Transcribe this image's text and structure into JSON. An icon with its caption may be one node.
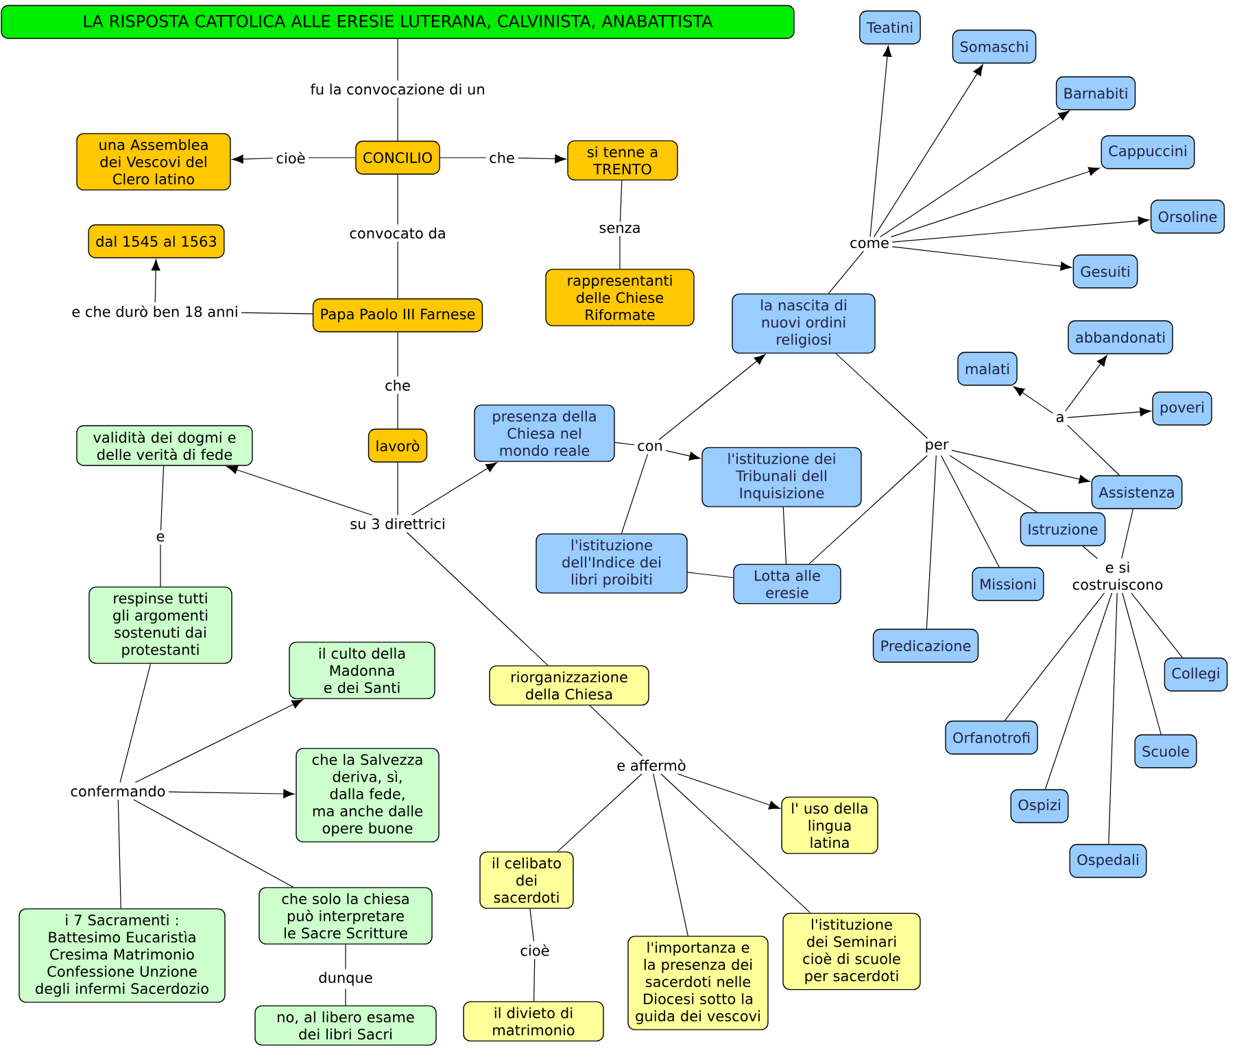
{
  "diagram": {
    "nodes": [
      {
        "text": [
          "LA RISPOSTA CATTOLICA ALLE ERESIE LUTERANA, CALVINISTA, ANABATTISTA"
        ]
      },
      {
        "text": [
          "fu la convocazione di un"
        ]
      },
      {
        "text": [
          "una Assemblea dei Vescovi del Clero latino"
        ]
      },
      {
        "text": [
          "cioè"
        ]
      },
      {
        "text": [
          "CONCILIO"
        ]
      },
      {
        "text": [
          "che"
        ]
      },
      {
        "text": [
          "si tenne a TRENTO"
        ]
      },
      {
        "text": [
          "dal 1545 al 1563"
        ]
      },
      {
        "text": [
          "convocato da"
        ]
      },
      {
        "text": [
          "senza"
        ]
      },
      {
        "text": [
          "e che durò ben 18 anni"
        ]
      },
      {
        "text": [
          "Papa Paolo III Farnese"
        ]
      },
      {
        "text": [
          "rappresentanti delle Chiese Riformate"
        ]
      },
      {
        "text": [
          "Teatini"
        ]
      },
      {
        "text": [
          "Somaschi"
        ]
      },
      {
        "text": [
          "Barnabiti"
        ]
      },
      {
        "text": [
          "Cappuccini"
        ]
      },
      {
        "text": [
          "Orsoline"
        ]
      },
      {
        "text": [
          "come"
        ]
      },
      {
        "text": [
          "Gesuiti"
        ]
      },
      {
        "text": [
          "la nascita di nuovi ordini religiosi"
        ]
      },
      {
        "text": [
          "abbandonati"
        ]
      },
      {
        "text": [
          "malati"
        ]
      },
      {
        "text": [
          "che"
        ]
      },
      {
        "text": [
          "a"
        ]
      },
      {
        "text": [
          "poveri"
        ]
      },
      {
        "text": [
          "validità dei dogmi e delle verità di fede"
        ]
      },
      {
        "text": [
          "lavorò"
        ]
      },
      {
        "text": [
          "presenza della Chiesa nel mondo reale"
        ]
      },
      {
        "text": [
          "con"
        ]
      },
      {
        "text": [
          "l'istituzione dei Tribunali dell Inquisizione"
        ]
      },
      {
        "text": [
          "per"
        ]
      },
      {
        "text": [
          "Assistenza"
        ]
      },
      {
        "text": [
          "su 3 direttrici"
        ]
      },
      {
        "text": [
          "Istruzione"
        ]
      },
      {
        "text": [
          "e"
        ]
      },
      {
        "text": [
          "l'istituzione dell'Indice dei libri proibiti"
        ]
      },
      {
        "text": [
          "Lotta alle eresie"
        ]
      },
      {
        "text": [
          "Missioni"
        ]
      },
      {
        "text": [
          "e si costruiscono"
        ]
      },
      {
        "text": [
          "respinse tutti gli argomenti sostenuti dai protestanti"
        ]
      },
      {
        "text": [
          "il culto della Madonna e dei Santi"
        ]
      },
      {
        "text": [
          "Predicazione"
        ]
      },
      {
        "text": [
          "riorganizzazione della Chiesa"
        ]
      },
      {
        "text": [
          "Collegi"
        ]
      },
      {
        "text": [
          "Orfanotrofi"
        ]
      },
      {
        "text": [
          "e affermò"
        ]
      },
      {
        "text": [
          "che la Salvezza deriva, sì, dalla fede, ma anche dalle opere buone"
        ]
      },
      {
        "text": [
          "confermando"
        ]
      },
      {
        "text": [
          "Scuole"
        ]
      },
      {
        "text": [
          "l' uso della lingua latina"
        ]
      },
      {
        "text": [
          "Ospizi"
        ]
      },
      {
        "text": [
          "il celibato dei sacerdoti"
        ]
      },
      {
        "text": [
          "Ospedali"
        ]
      },
      {
        "text": [
          "che solo la chiesa può interpretare le Sacre Scritture"
        ]
      },
      {
        "text": [
          "i 7 Sacramenti : Battesimo Eucaristìa Cresima Matrimonio Confessione Unzione degli infermi Sacerdozio"
        ]
      },
      {
        "text": [
          "l'istituzione dei Seminari cioè di scuole per sacerdoti"
        ]
      },
      {
        "text": [
          "cioè"
        ]
      },
      {
        "text": [
          "dunque"
        ]
      },
      {
        "text": [
          "l'importanza e la presenza dei sacerdoti nelle Diocesi sotto la guida dei vescovi"
        ]
      },
      {
        "text": [
          "il divieto di matrimonio"
        ]
      },
      {
        "text": [
          "no, al libero esame dei libri Sacri"
        ]
      }
    ],
    "edges": [
      {
        "from": 0,
        "to": 1,
        "arrow": "none"
      },
      {
        "from": 1,
        "to": 4,
        "arrow": "none"
      },
      {
        "from": 4,
        "to": 3,
        "arrow": "none"
      },
      {
        "from": 3,
        "to": 2,
        "arrow": "to"
      },
      {
        "from": 4,
        "to": 5,
        "arrow": "none"
      },
      {
        "from": 5,
        "to": 6,
        "arrow": "to"
      },
      {
        "from": 4,
        "to": 8,
        "arrow": "none"
      },
      {
        "from": 8,
        "to": 11,
        "arrow": "none"
      },
      {
        "from": 6,
        "to": 9,
        "arrow": "none"
      },
      {
        "from": 9,
        "to": 12,
        "arrow": "none"
      },
      {
        "from": 11,
        "to": 10,
        "arrow": "none"
      },
      {
        "from": 10,
        "to": 7,
        "arrow": "to"
      },
      {
        "from": 11,
        "to": 23,
        "arrow": "none"
      },
      {
        "from": 23,
        "to": 27,
        "arrow": "none"
      },
      {
        "from": 27,
        "to": 33,
        "arrow": "none"
      },
      {
        "from": 33,
        "to": 26,
        "arrow": "to"
      },
      {
        "from": 33,
        "to": 28,
        "arrow": "to"
      },
      {
        "from": 33,
        "to": 43,
        "arrow": "none"
      },
      {
        "from": 28,
        "to": 29,
        "arrow": "none"
      },
      {
        "from": 29,
        "to": 30,
        "arrow": "to"
      },
      {
        "from": 29,
        "to": 20,
        "arrow": "to"
      },
      {
        "from": 29,
        "to": 36,
        "arrow": "none"
      },
      {
        "from": 20,
        "to": 18,
        "arrow": "none"
      },
      {
        "from": 18,
        "to": 13,
        "arrow": "to"
      },
      {
        "from": 18,
        "to": 14,
        "arrow": "to"
      },
      {
        "from": 18,
        "to": 15,
        "arrow": "to"
      },
      {
        "from": 18,
        "to": 16,
        "arrow": "to"
      },
      {
        "from": 18,
        "to": 17,
        "arrow": "to"
      },
      {
        "from": 18,
        "to": 19,
        "arrow": "to"
      },
      {
        "from": 20,
        "to": 31,
        "arrow": "none"
      },
      {
        "from": 31,
        "to": 37,
        "arrow": "none"
      },
      {
        "from": 30,
        "to": 37,
        "arrow": "none"
      },
      {
        "from": 36,
        "to": 37,
        "arrow": "none"
      },
      {
        "from": 31,
        "to": 32,
        "arrow": "to"
      },
      {
        "from": 31,
        "to": 34,
        "arrow": "none"
      },
      {
        "from": 31,
        "to": 38,
        "arrow": "none"
      },
      {
        "from": 31,
        "to": 42,
        "arrow": "none"
      },
      {
        "from": 32,
        "to": 24,
        "arrow": "none"
      },
      {
        "from": 24,
        "to": 22,
        "arrow": "to"
      },
      {
        "from": 24,
        "to": 21,
        "arrow": "to"
      },
      {
        "from": 24,
        "to": 25,
        "arrow": "to"
      },
      {
        "from": 32,
        "to": 39,
        "arrow": "none"
      },
      {
        "from": 34,
        "to": 39,
        "arrow": "none"
      },
      {
        "from": 39,
        "to": 44,
        "arrow": "none"
      },
      {
        "from": 39,
        "to": 49,
        "arrow": "none"
      },
      {
        "from": 39,
        "to": 53,
        "arrow": "none"
      },
      {
        "from": 39,
        "to": 51,
        "arrow": "none"
      },
      {
        "from": 39,
        "to": 45,
        "arrow": "none"
      },
      {
        "from": 26,
        "to": 35,
        "arrow": "none"
      },
      {
        "from": 35,
        "to": 40,
        "arrow": "none"
      },
      {
        "from": 40,
        "to": 48,
        "arrow": "none"
      },
      {
        "from": 48,
        "to": 41,
        "arrow": "to"
      },
      {
        "from": 48,
        "to": 47,
        "arrow": "to"
      },
      {
        "from": 48,
        "to": 54,
        "arrow": "none"
      },
      {
        "from": 48,
        "to": 55,
        "arrow": "none"
      },
      {
        "from": 54,
        "to": 58,
        "arrow": "none"
      },
      {
        "from": 58,
        "to": 61,
        "arrow": "none"
      },
      {
        "from": 43,
        "to": 46,
        "arrow": "none"
      },
      {
        "from": 46,
        "to": 50,
        "arrow": "to"
      },
      {
        "from": 46,
        "to": 52,
        "arrow": "none"
      },
      {
        "from": 46,
        "to": 59,
        "arrow": "none"
      },
      {
        "from": 46,
        "to": 56,
        "arrow": "none"
      },
      {
        "from": 52,
        "to": 57,
        "arrow": "none"
      },
      {
        "from": 57,
        "to": 60,
        "arrow": "none"
      }
    ]
  }
}
